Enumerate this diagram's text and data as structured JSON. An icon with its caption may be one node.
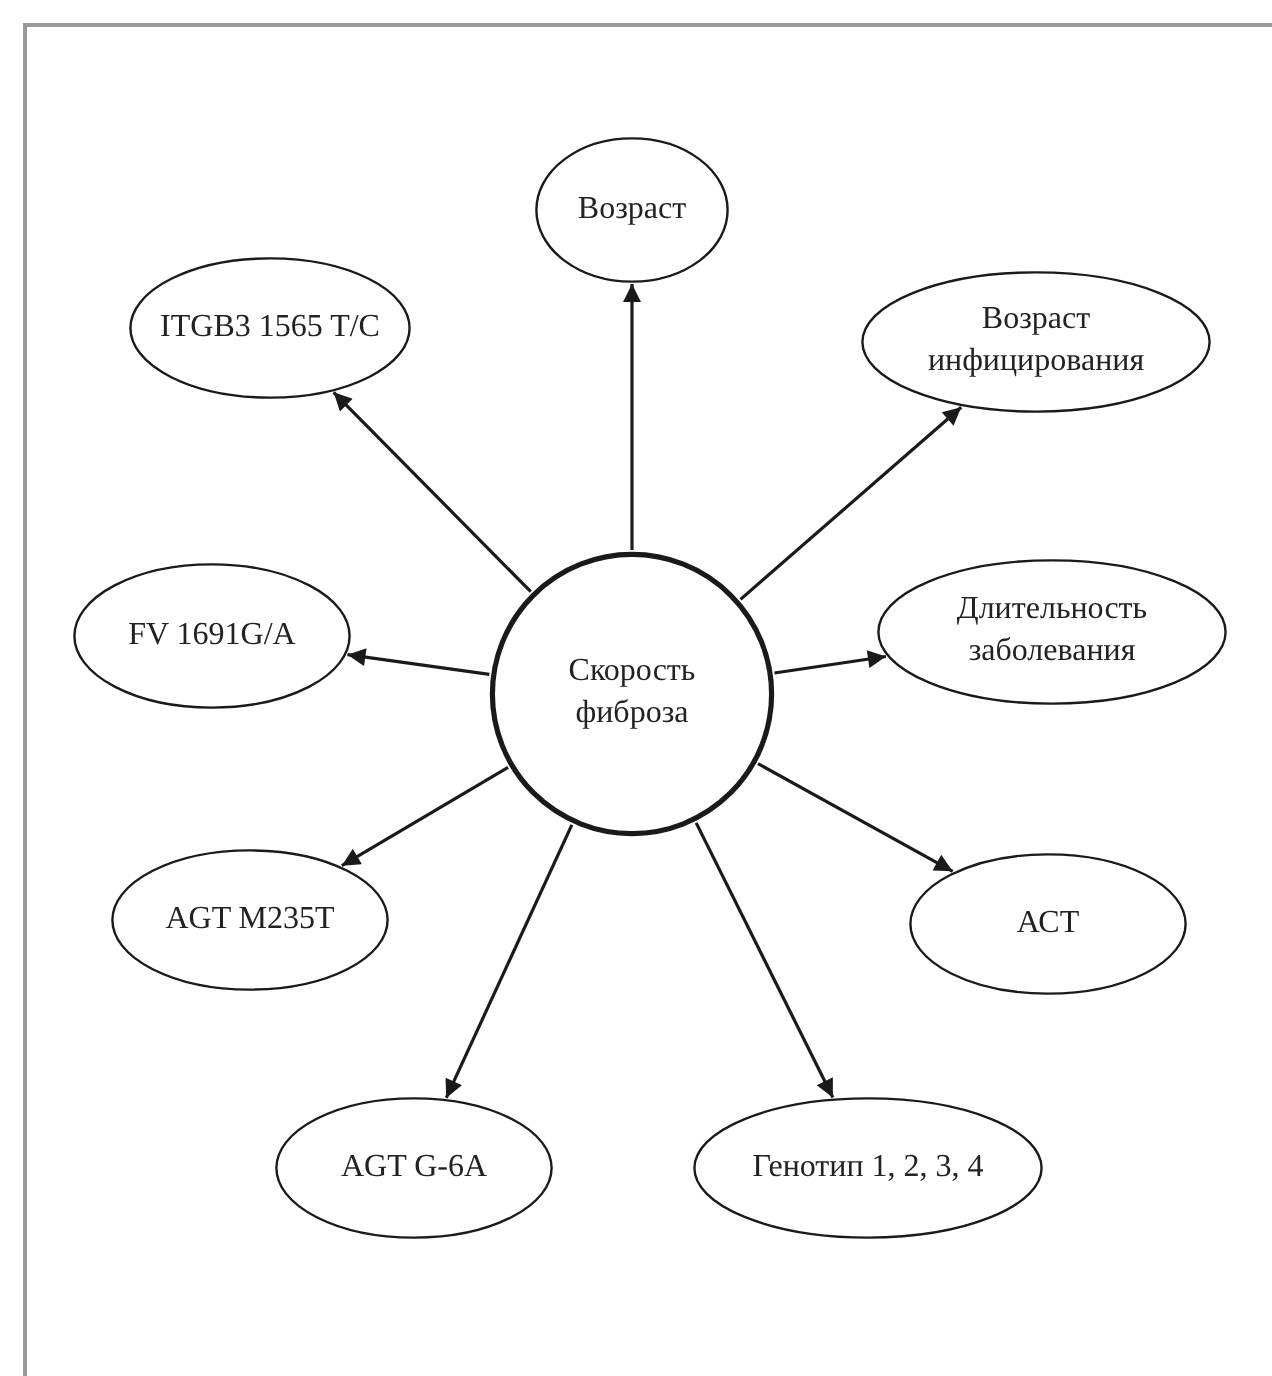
{
  "diagram": {
    "nodes": [
      {
        "text": [
          "Скорость фиброза"
        ]
      },
      {
        "text": [
          "Возраст"
        ]
      },
      {
        "text": [
          "ITGB3 1565 T/C"
        ]
      },
      {
        "text": [
          "Возраст инфицирования"
        ]
      },
      {
        "text": [
          "FV 1691G/A"
        ]
      },
      {
        "text": [
          "Длительность заболевания"
        ]
      },
      {
        "text": [
          "AGT M235T"
        ]
      },
      {
        "text": [
          "АСТ"
        ]
      },
      {
        "text": [
          "AGT G-6A"
        ]
      },
      {
        "text": [
          "Генотип 1, 2, 3, 4"
        ]
      }
    ],
    "edges": [
      {
        "from": 0,
        "to": 1,
        "arrow": "to"
      },
      {
        "from": 0,
        "to": 2,
        "arrow": "to"
      },
      {
        "from": 0,
        "to": 3,
        "arrow": "to"
      },
      {
        "from": 0,
        "to": 4,
        "arrow": "to"
      },
      {
        "from": 0,
        "to": 5,
        "arrow": "to"
      },
      {
        "from": 0,
        "to": 6,
        "arrow": "to"
      },
      {
        "from": 0,
        "to": 7,
        "arrow": "to"
      },
      {
        "from": 0,
        "to": 8,
        "arrow": "to"
      },
      {
        "from": 0,
        "to": 9,
        "arrow": "to"
      }
    ]
  }
}
